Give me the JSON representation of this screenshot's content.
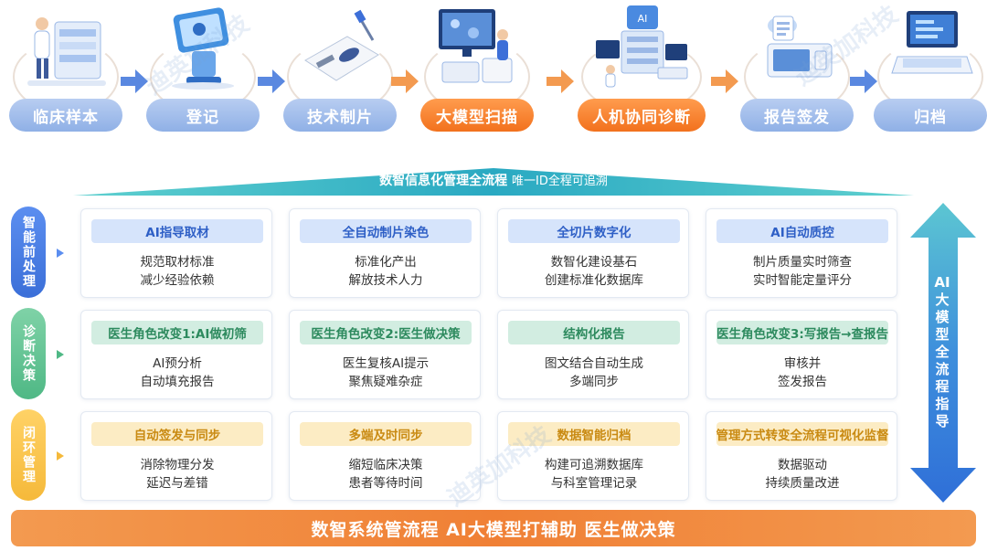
{
  "workflow": {
    "steps": [
      {
        "label": "临床样本",
        "style": "blue"
      },
      {
        "label": "登记",
        "style": "blue"
      },
      {
        "label": "技术制片",
        "style": "blue"
      },
      {
        "label": "大模型扫描",
        "style": "orange"
      },
      {
        "label": "人机协同诊断",
        "style": "orange"
      },
      {
        "label": "报告签发",
        "style": "blue"
      },
      {
        "label": "归档",
        "style": "blue"
      }
    ]
  },
  "banner": {
    "title": "数智信息化管理全流程",
    "subtitle": "唯一ID全程可追溯"
  },
  "rows": [
    {
      "tab": "智能前处理",
      "cards": [
        {
          "title": "AI指导取材",
          "line1": "规范取材标准",
          "line2": "减少经验依赖"
        },
        {
          "title": "全自动制片染色",
          "line1": "标准化产出",
          "line2": "解放技术人力"
        },
        {
          "title": "全切片数字化",
          "line1": "数智化建设基石",
          "line2": "创建标准化数据库"
        },
        {
          "title": "AI自动质控",
          "line1": "制片质量实时筛查",
          "line2": "实时智能定量评分"
        }
      ]
    },
    {
      "tab": "诊断决策",
      "cards": [
        {
          "title": "医生角色改变1:AI做初筛",
          "line1": "AI预分析",
          "line2": "自动填充报告"
        },
        {
          "title": "医生角色改变2:医生做决策",
          "line1": "医生复核AI提示",
          "line2": "聚焦疑难杂症"
        },
        {
          "title": "结构化报告",
          "line1": "图文结合自动生成",
          "line2": "多端同步"
        },
        {
          "title": "医生角色改变3:写报告→查报告",
          "line1": "审核并",
          "line2": "签发报告"
        }
      ]
    },
    {
      "tab": "闭环管理",
      "cards": [
        {
          "title": "自动签发与同步",
          "line1": "消除物理分发",
          "line2": "延迟与差错"
        },
        {
          "title": "多端及时同步",
          "line1": "缩短临床决策",
          "line2": "患者等待时间"
        },
        {
          "title": "数据智能归档",
          "line1": "构建可追溯数据库",
          "line2": "与科室管理记录"
        },
        {
          "title": "管理方式转变全流程可视化监督",
          "line1": "数据驱动",
          "line2": "持续质量改进"
        }
      ]
    }
  ],
  "side_arrow": {
    "text": "AI大模型全流程指导"
  },
  "bottom_bar": {
    "text": "数智系统管流程 AI大模型打辅助 医生做决策"
  },
  "watermark": {
    "text": "迪英加科技"
  },
  "icons": [
    "lab-scientist-icon",
    "registration-robot-icon",
    "slide-preparation-icon",
    "scanner-monitor-icon",
    "ai-server-diagnosis-icon",
    "report-signing-icon",
    "archive-laptop-icon"
  ],
  "colors": {
    "blue_pill": "#8fb0e6",
    "orange_pill": "#f2711d",
    "teal_banner": "#2bb4c0",
    "blue_arrow": "#3d7bd9"
  }
}
